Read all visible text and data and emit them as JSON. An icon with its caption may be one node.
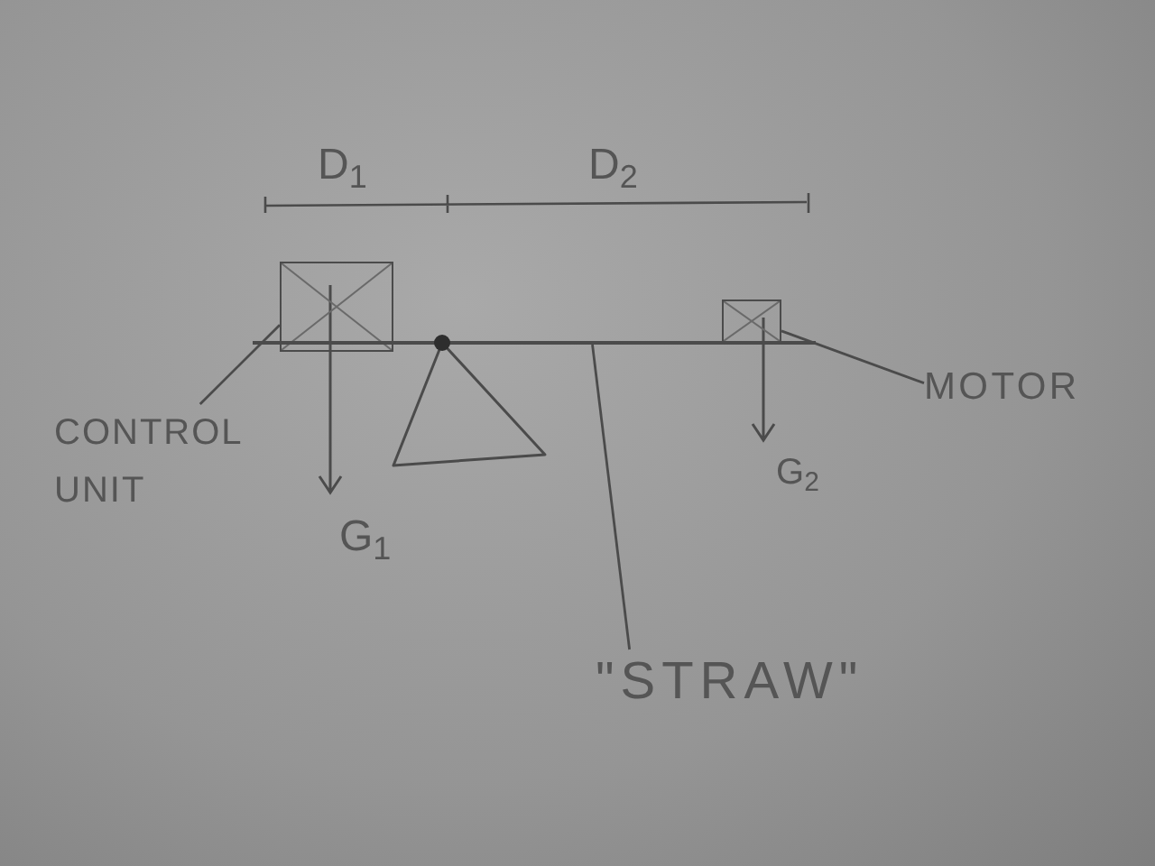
{
  "diagram": {
    "nodes": [
      {
        "text": [],
        "shape": "box"
      },
      {
        "text": [],
        "shape": "box"
      },
      {
        "text": [
          "CONTROL UNIT"
        ]
      },
      {
        "text": [
          "MOTOR"
        ]
      },
      {
        "text": [
          "\"STRAW\""
        ]
      },
      {
        "text": [],
        "shape": "bar"
      },
      {
        "text": [],
        "shape": "triangle"
      }
    ],
    "edges": [
      {
        "from": 2,
        "to": 0,
        "arrow": "none"
      },
      {
        "from": 3,
        "to": 1,
        "arrow": "none"
      },
      {
        "from": 4,
        "to": 5,
        "arrow": "none"
      }
    ],
    "labels": [
      "D$_{1}$",
      "D$_{2}$",
      "G$_{1}$",
      "G$_{2}$"
    ]
  }
}
